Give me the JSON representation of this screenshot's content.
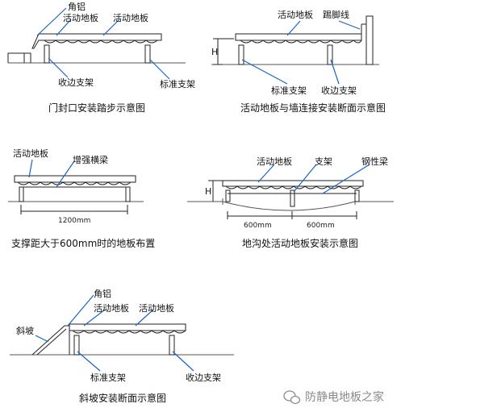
{
  "diagrams": {
    "door_step": {
      "labels": {
        "corner_aluminum": "角铝",
        "floor1": "活动地板",
        "floor2": "活动地板",
        "edge_support": "收边支架",
        "standard_support": "标准支架"
      },
      "caption": "门封口安装踏步示意图"
    },
    "wall_connection": {
      "labels": {
        "floor": "活动地板",
        "skirting": "踢脚线",
        "height": "H",
        "standard_support": "标准支架",
        "edge_support": "收边支架"
      },
      "caption": "活动地板与墙连接安装断面示意图"
    },
    "beam_layout": {
      "labels": {
        "floor": "活动地板",
        "beam": "增强横梁",
        "span": "1200mm"
      },
      "caption": "支撑距大于600mm时的地板布置"
    },
    "trench": {
      "labels": {
        "floor": "活动地板",
        "support": "支架",
        "steel_beam": "钢性梁",
        "height": "H",
        "span1": "600mm",
        "span2": "600mm"
      },
      "caption": "地沟处活动地板安装示意图"
    },
    "slope": {
      "labels": {
        "corner_aluminum": "角铝",
        "floor1": "活动地板",
        "floor2": "活动地板",
        "slope": "斜坡",
        "standard_support": "标准支架",
        "edge_support": "收边支架"
      },
      "caption": "斜坡安装断面示意图"
    }
  },
  "watermark": {
    "text": "防静电地板之家",
    "icon": "wechat-icon"
  }
}
